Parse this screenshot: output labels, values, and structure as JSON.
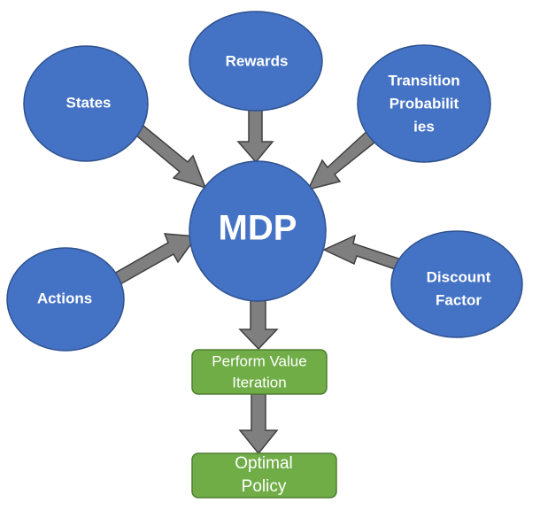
{
  "diagram": {
    "center": {
      "label": "MDP"
    },
    "inputs": {
      "states": {
        "label": "States"
      },
      "rewards": {
        "label": "Rewards"
      },
      "transition": {
        "lines": [
          "Transition",
          "Probabilit",
          "ies"
        ]
      },
      "actions": {
        "label": "Actions"
      },
      "discount": {
        "lines": [
          "Discount",
          "Factor"
        ]
      }
    },
    "steps": {
      "value_iteration": {
        "lines": [
          "Perform Value",
          "Iteration"
        ]
      },
      "optimal_policy": {
        "lines": [
          "Optimal",
          "Policy"
        ]
      }
    },
    "colors": {
      "node_fill": "#4472c4",
      "node_stroke": "#2f528f",
      "box_fill": "#70ad47",
      "box_stroke": "#507e32",
      "arrow_fill": "#7f7f7f",
      "arrow_stroke": "#404040",
      "text": "#ffffff"
    }
  }
}
